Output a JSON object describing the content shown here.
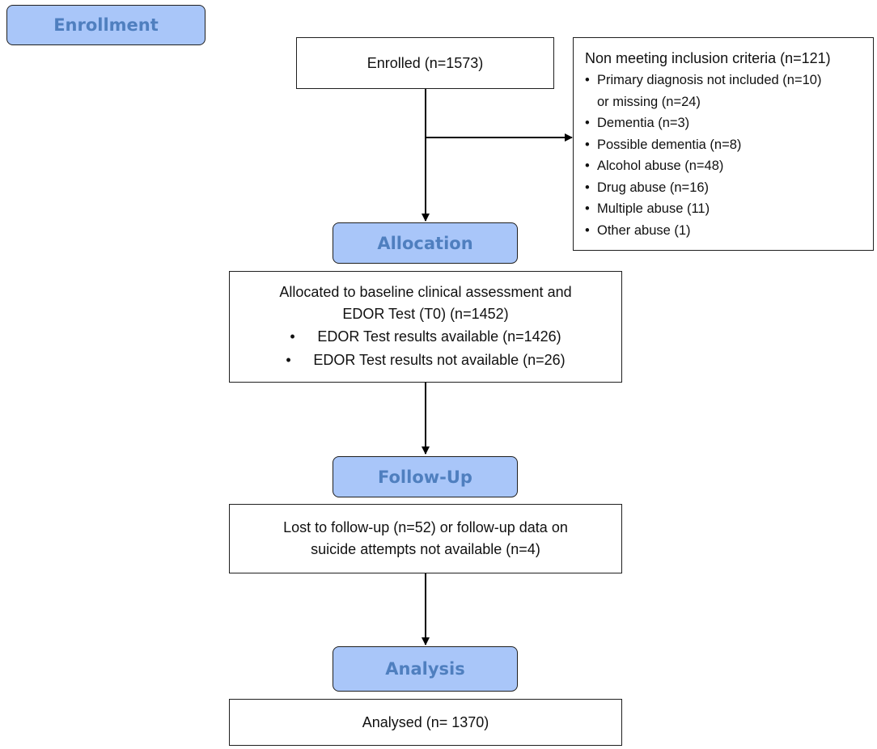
{
  "stages": {
    "enrollment": "Enrollment",
    "allocation": "Allocation",
    "follow_up": "Follow-Up",
    "analysis": "Analysis"
  },
  "enrolled": "Enrolled (n=1573)",
  "exclusion": {
    "title": "Non meeting inclusion criteria (n=121)",
    "items": [
      "Primary diagnosis not included (n=10)",
      "or missing (n=24)",
      "Dementia (n=3)",
      "Possible dementia (n=8)",
      "Alcohol abuse (n=48)",
      "Drug abuse (n=16)",
      "Multiple abuse (11)",
      "Other abuse (1)"
    ]
  },
  "allocated": {
    "lines": [
      "Allocated to baseline clinical assessment and",
      "EDOR Test (T0) (n=1452)"
    ],
    "items": [
      "EDOR Test results available (n=1426)",
      "EDOR Test results not available (n=26)"
    ]
  },
  "lost": {
    "lines": [
      "Lost to follow-up (n=52) or follow-up data on",
      "suicide attempts not available (n=4)"
    ]
  },
  "analysed": "Analysed (n= 1370)",
  "colors": {
    "stage_fill": "#a9c6f9",
    "stage_text": "#4f7fbf",
    "line": "#000000"
  }
}
